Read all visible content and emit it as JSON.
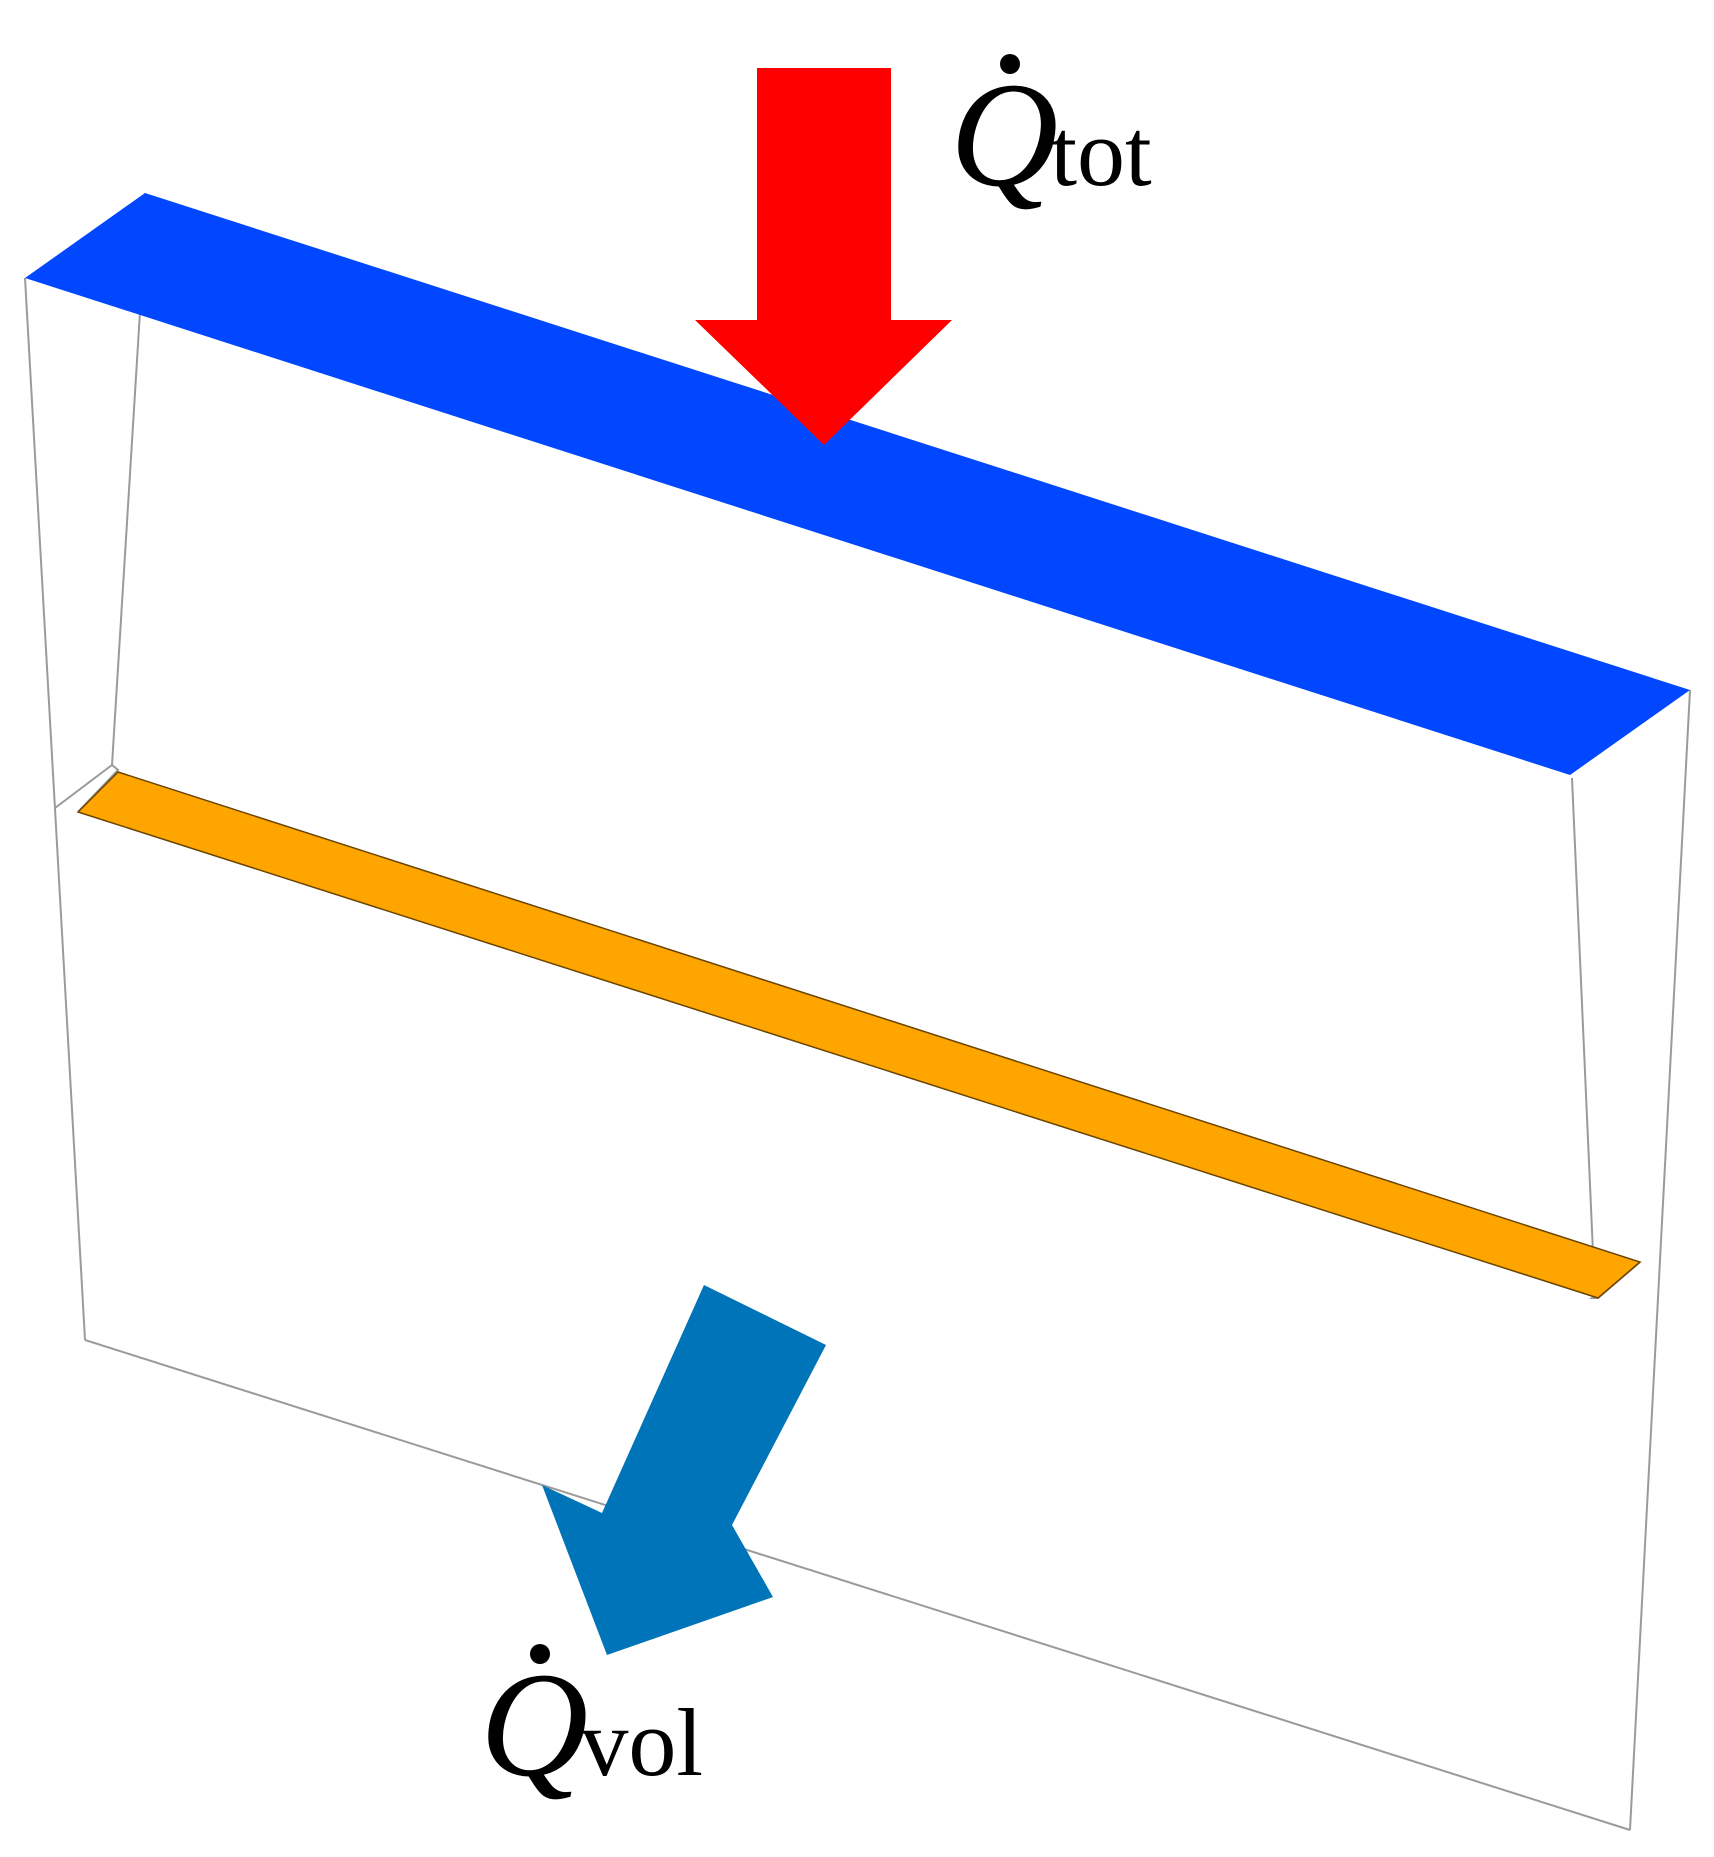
{
  "labels": {
    "total_heat": {
      "symbol": "Q",
      "subscript": "tot"
    },
    "volume_heat": {
      "symbol": "Q",
      "subscript": "vol"
    }
  },
  "colors": {
    "top_face": "#0047ff",
    "middle_layer": "#ffa500",
    "arrow_in": "#ff0000",
    "arrow_out": "#0074b8",
    "edge": "#9a9a9a"
  }
}
